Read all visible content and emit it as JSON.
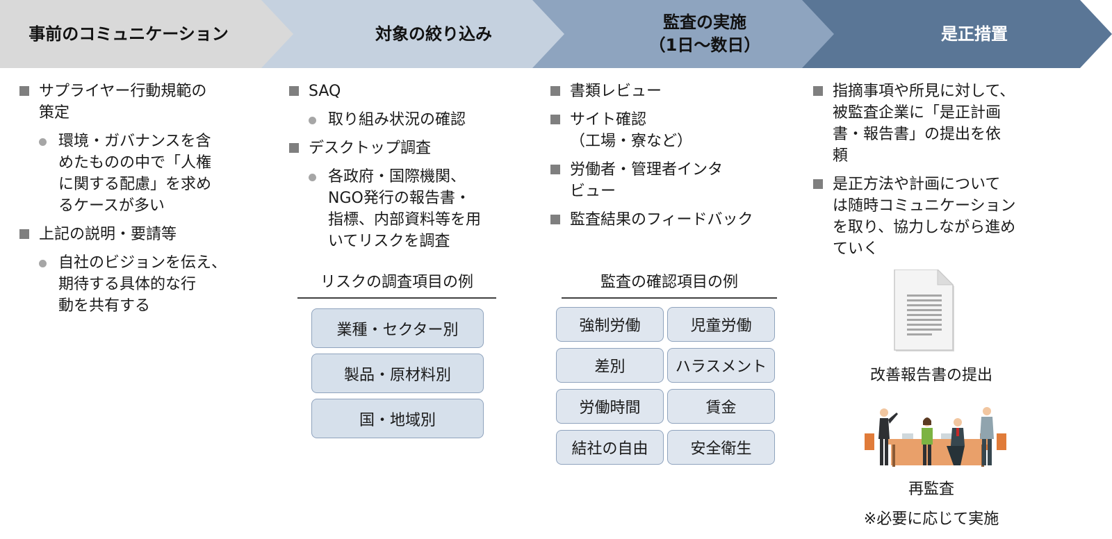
{
  "header": {
    "step1": "事前のコミュニケーション",
    "step2": "対象の絞り込み",
    "step3_line1": "監査の実施",
    "step3_line2": "（1日～数日）",
    "step4": "是正措置"
  },
  "col1": {
    "b1_l1": "サプライヤー行動規範の",
    "b1_l2": "策定",
    "b1s_l1": "環境・ガバナンスを含",
    "b1s_l2": "めたものの中で「人権",
    "b1s_l3": "に関する配慮」を求め",
    "b1s_l4": "るケースが多い",
    "b2": "上記の説明・要請等",
    "b2s_l1": "自社のビジョンを伝え、",
    "b2s_l2": "期待する具体的な行",
    "b2s_l3": "動を共有する"
  },
  "col2": {
    "b1": "SAQ",
    "b1s": "取り組み状況の確認",
    "b2": "デスクトップ調査",
    "b2s_l1": "各政府・国際機関、",
    "b2s_l2": "NGO発行の報告書・",
    "b2s_l3": "指標、内部資料等を用",
    "b2s_l4": "いてリスクを調査",
    "section_title": "リスクの調査項目の例",
    "boxes": [
      "業種・セクター別",
      "製品・原材料別",
      "国・地域別"
    ]
  },
  "col3": {
    "b1": "書類レビュー",
    "b2_l1": "サイト確認",
    "b2_l2": "（工場・寮など）",
    "b3_l1": "労働者・管理者インタ",
    "b3_l2": "ビュー",
    "b4": "監査結果のフィードバック",
    "section_title": "監査の確認項目の例",
    "boxes": [
      "強制労働",
      "児童労働",
      "差別",
      "ハラスメント",
      "労働時間",
      "賃金",
      "結社の自由",
      "安全衛生"
    ]
  },
  "col4": {
    "b1_l1": "指摘事項や所見に対して、",
    "b1_l2": "被監査企業に「是正計画",
    "b1_l3": "書・報告書」の提出を依",
    "b1_l4": "頼",
    "b2_l1": "是正方法や計画について",
    "b2_l2": "は随時コミュニケーション",
    "b2_l3": "を取り、協力しながら進め",
    "b2_l4": "ていく",
    "caption_report": "改善報告書の提出",
    "caption_reaudit": "再監査",
    "caption_note": "※必要に応じて実施"
  },
  "icons": [
    "document-icon",
    "meeting-icon"
  ],
  "colors": {
    "step1": "#d9d9d9",
    "step2": "#c5d1df",
    "step3": "#8ea4bf",
    "step4": "#5a7696",
    "box_fill": "#d6e0eb",
    "box_border": "#8fa3bd"
  }
}
